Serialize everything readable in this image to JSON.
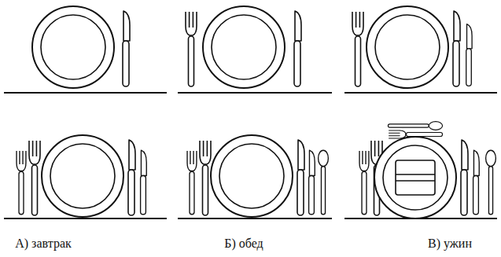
{
  "diagram": {
    "labels": [
      "А) завтрак",
      "Б) обед",
      "В) ужин"
    ]
  }
}
